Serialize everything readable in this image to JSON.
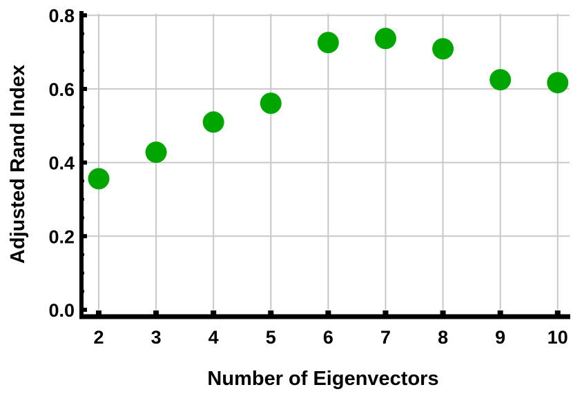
{
  "chart_data": {
    "type": "scatter",
    "title": "",
    "xlabel": "Number of Eigenvectors",
    "ylabel": "Adjusted Rand Index",
    "x": [
      2,
      3,
      4,
      5,
      6,
      7,
      8,
      9,
      10
    ],
    "series": [
      {
        "name": "Adjusted Rand Index",
        "color": "#00a500",
        "values": [
          0.356,
          0.428,
          0.51,
          0.561,
          0.726,
          0.737,
          0.709,
          0.625,
          0.617
        ]
      }
    ],
    "xticks": [
      "2",
      "3",
      "4",
      "5",
      "6",
      "7",
      "8",
      "9",
      "10"
    ],
    "yticks": [
      "0.0",
      "0.2",
      "0.4",
      "0.6",
      "0.8"
    ],
    "ytick_values": [
      0.0,
      0.2,
      0.4,
      0.6,
      0.8
    ],
    "xlim": [
      1.7,
      10.2
    ],
    "ylim": [
      0.0,
      0.8
    ],
    "grid": true,
    "legend": null
  }
}
